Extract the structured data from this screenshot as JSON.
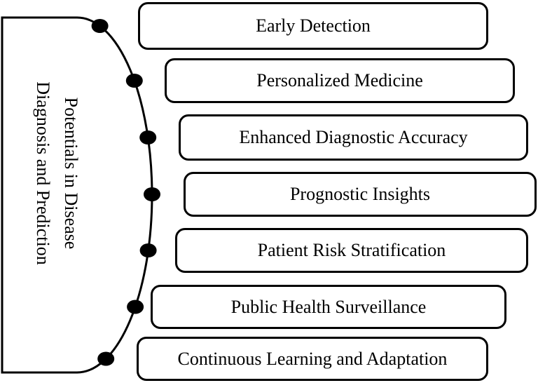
{
  "diagram": {
    "title": {
      "line1": "Potentials in Disease",
      "line2": "Diagnosis and Prediction",
      "full": "Potentials in Disease Diagnosis and Prediction"
    },
    "items": [
      {
        "label": "Early Detection"
      },
      {
        "label": "Personalized Medicine"
      },
      {
        "label": "Enhanced Diagnostic Accuracy"
      },
      {
        "label": "Prognostic Insights"
      },
      {
        "label": "Patient Risk Stratification"
      },
      {
        "label": "Public Health Surveillance"
      },
      {
        "label": "Continuous Learning and Adaptation"
      }
    ],
    "colors": {
      "stroke": "#000000",
      "fill": "#ffffff",
      "text": "#000000"
    }
  }
}
